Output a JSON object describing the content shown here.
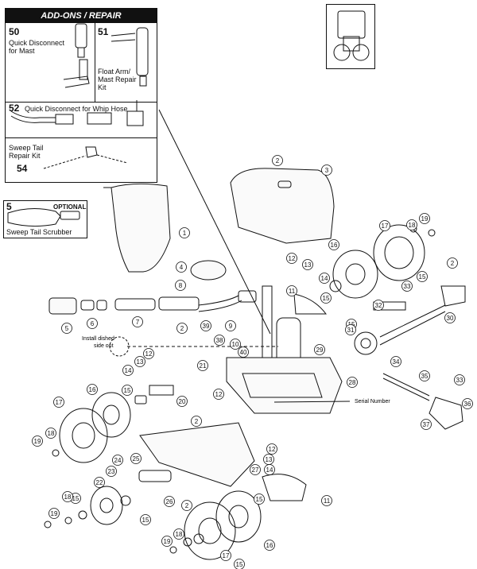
{
  "addons": {
    "header": "ADD-ONS / REPAIR",
    "items": [
      {
        "num": "50",
        "line1": "Quick Disconnect",
        "line2": "for Mast"
      },
      {
        "num": "51",
        "line1": "Float Arm/",
        "line2": "Mast Repair",
        "line3": "Kit"
      },
      {
        "num": "52",
        "line1": "Quick Disconnect for Whip Hose"
      },
      {
        "num": "54",
        "line1": "Sweep Tail",
        "line2": "Repair Kit"
      }
    ]
  },
  "optional": {
    "num": "5",
    "tag": "OPTIONAL",
    "label": "Sweep Tail Scrubber"
  },
  "notes": {
    "dished": [
      "Install dished",
      "side out"
    ],
    "serial": "Serial Number"
  },
  "callouts": [
    "1",
    "2",
    "3",
    "4",
    "5",
    "6",
    "7",
    "8",
    "9",
    "10",
    "11",
    "12",
    "13",
    "14",
    "15",
    "16",
    "17",
    "18",
    "19",
    "20",
    "21",
    "22",
    "23",
    "24",
    "25",
    "26",
    "27",
    "28",
    "29",
    "30",
    "31",
    "32",
    "33",
    "34",
    "35",
    "36",
    "37",
    "38",
    "39",
    "40"
  ]
}
